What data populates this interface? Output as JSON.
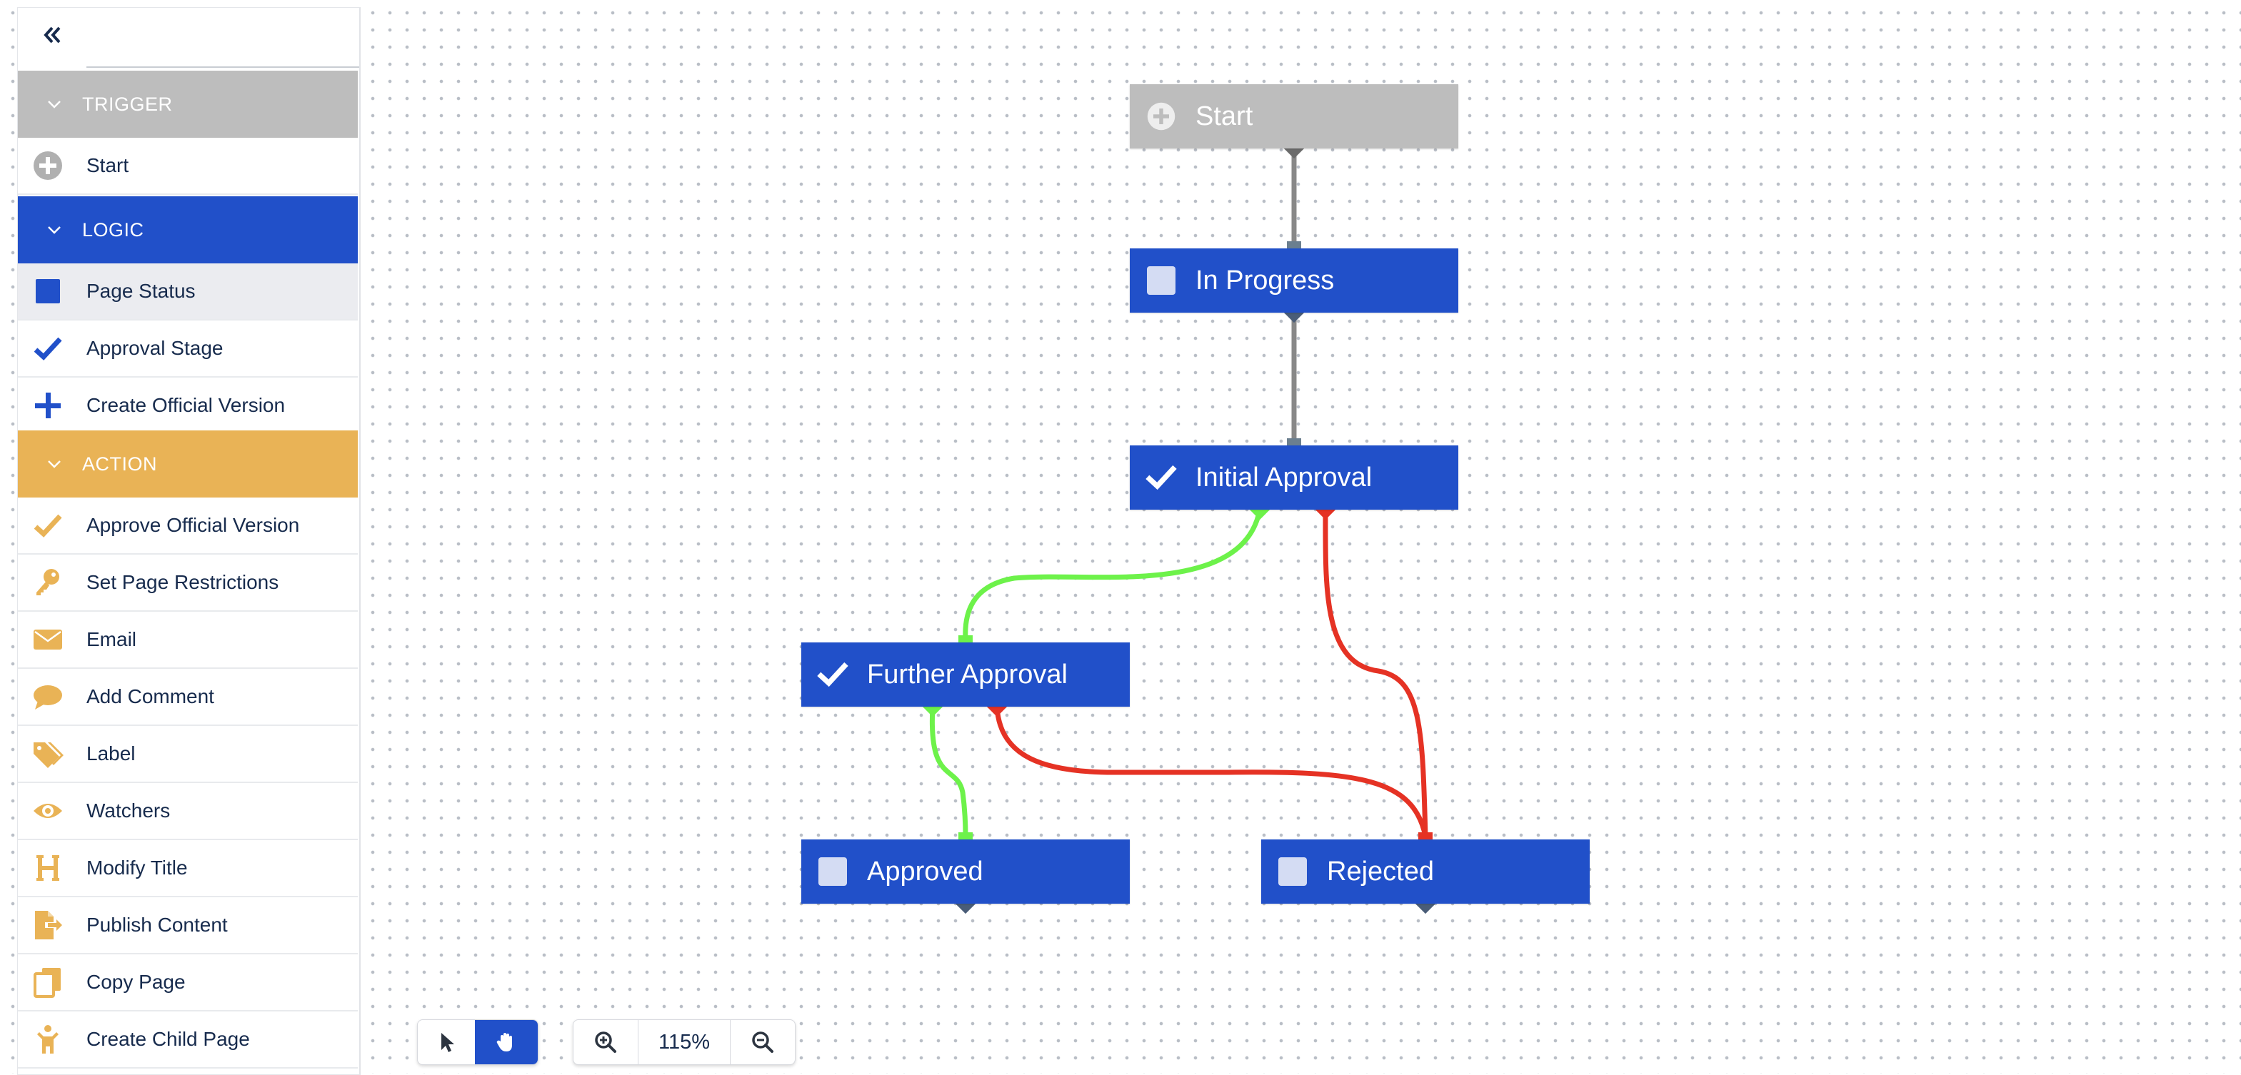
{
  "sidebar": {
    "search_placeholder": "",
    "sections": [
      {
        "label": "TRIGGER",
        "color": "#bdbdbd",
        "items": [
          {
            "label": "Start",
            "icon": "plus-circle-icon"
          }
        ]
      },
      {
        "label": "LOGIC",
        "color": "#2150c9",
        "items": [
          {
            "label": "Page Status",
            "icon": "square-icon",
            "selected": true
          },
          {
            "label": "Approval Stage",
            "icon": "checkmark-icon"
          },
          {
            "label": "Create Official Version",
            "icon": "plus-icon"
          }
        ]
      },
      {
        "label": "ACTION",
        "color": "#e9b356",
        "items": [
          {
            "label": "Approve Official Version",
            "icon": "checkmark-icon"
          },
          {
            "label": "Set Page Restrictions",
            "icon": "key-icon"
          },
          {
            "label": "Email",
            "icon": "envelope-icon"
          },
          {
            "label": "Add Comment",
            "icon": "speech-bubble-icon"
          },
          {
            "label": "Label",
            "icon": "tags-icon"
          },
          {
            "label": "Watchers",
            "icon": "eye-icon"
          },
          {
            "label": "Modify Title",
            "icon": "heading-icon"
          },
          {
            "label": "Publish Content",
            "icon": "file-export-icon"
          },
          {
            "label": "Copy Page",
            "icon": "copy-icon"
          },
          {
            "label": "Create Child Page",
            "icon": "child-icon"
          }
        ]
      }
    ]
  },
  "workflow": {
    "nodes": [
      {
        "id": "start",
        "label": "Start",
        "icon": "plus-circle-icon",
        "color": "#bdbdbd"
      },
      {
        "id": "in_progress",
        "label": "In Progress",
        "icon": "square-icon",
        "color": "#2150c9"
      },
      {
        "id": "initial_approval",
        "label": "Initial Approval",
        "icon": "checkmark-icon",
        "color": "#2150c9"
      },
      {
        "id": "further_approval",
        "label": "Further Approval",
        "icon": "checkmark-icon",
        "color": "#2150c9"
      },
      {
        "id": "approved",
        "label": "Approved",
        "icon": "square-icon",
        "color": "#2150c9"
      },
      {
        "id": "rejected",
        "label": "Rejected",
        "icon": "square-icon",
        "color": "#2150c9"
      }
    ],
    "edges": [
      {
        "from": "start",
        "to": "in_progress",
        "color": "#888888"
      },
      {
        "from": "in_progress",
        "to": "initial_approval",
        "color": "#888888"
      },
      {
        "from": "initial_approval",
        "to": "further_approval",
        "color": "#6df24a"
      },
      {
        "from": "initial_approval",
        "to": "rejected",
        "color": "#e53224"
      },
      {
        "from": "further_approval",
        "to": "approved",
        "color": "#6df24a"
      },
      {
        "from": "further_approval",
        "to": "rejected",
        "color": "#e53224"
      }
    ]
  },
  "toolbar": {
    "select_tool": "pointer-icon",
    "pan_tool": "hand-icon",
    "pan_active": true,
    "zoom_in": "zoom-in-icon",
    "zoom_level": "115%",
    "zoom_out": "zoom-out-icon"
  },
  "colors": {
    "accent": "#2150c9",
    "trigger": "#bdbdbd",
    "action": "#e9b356",
    "success": "#6df24a",
    "failure": "#e53224"
  }
}
